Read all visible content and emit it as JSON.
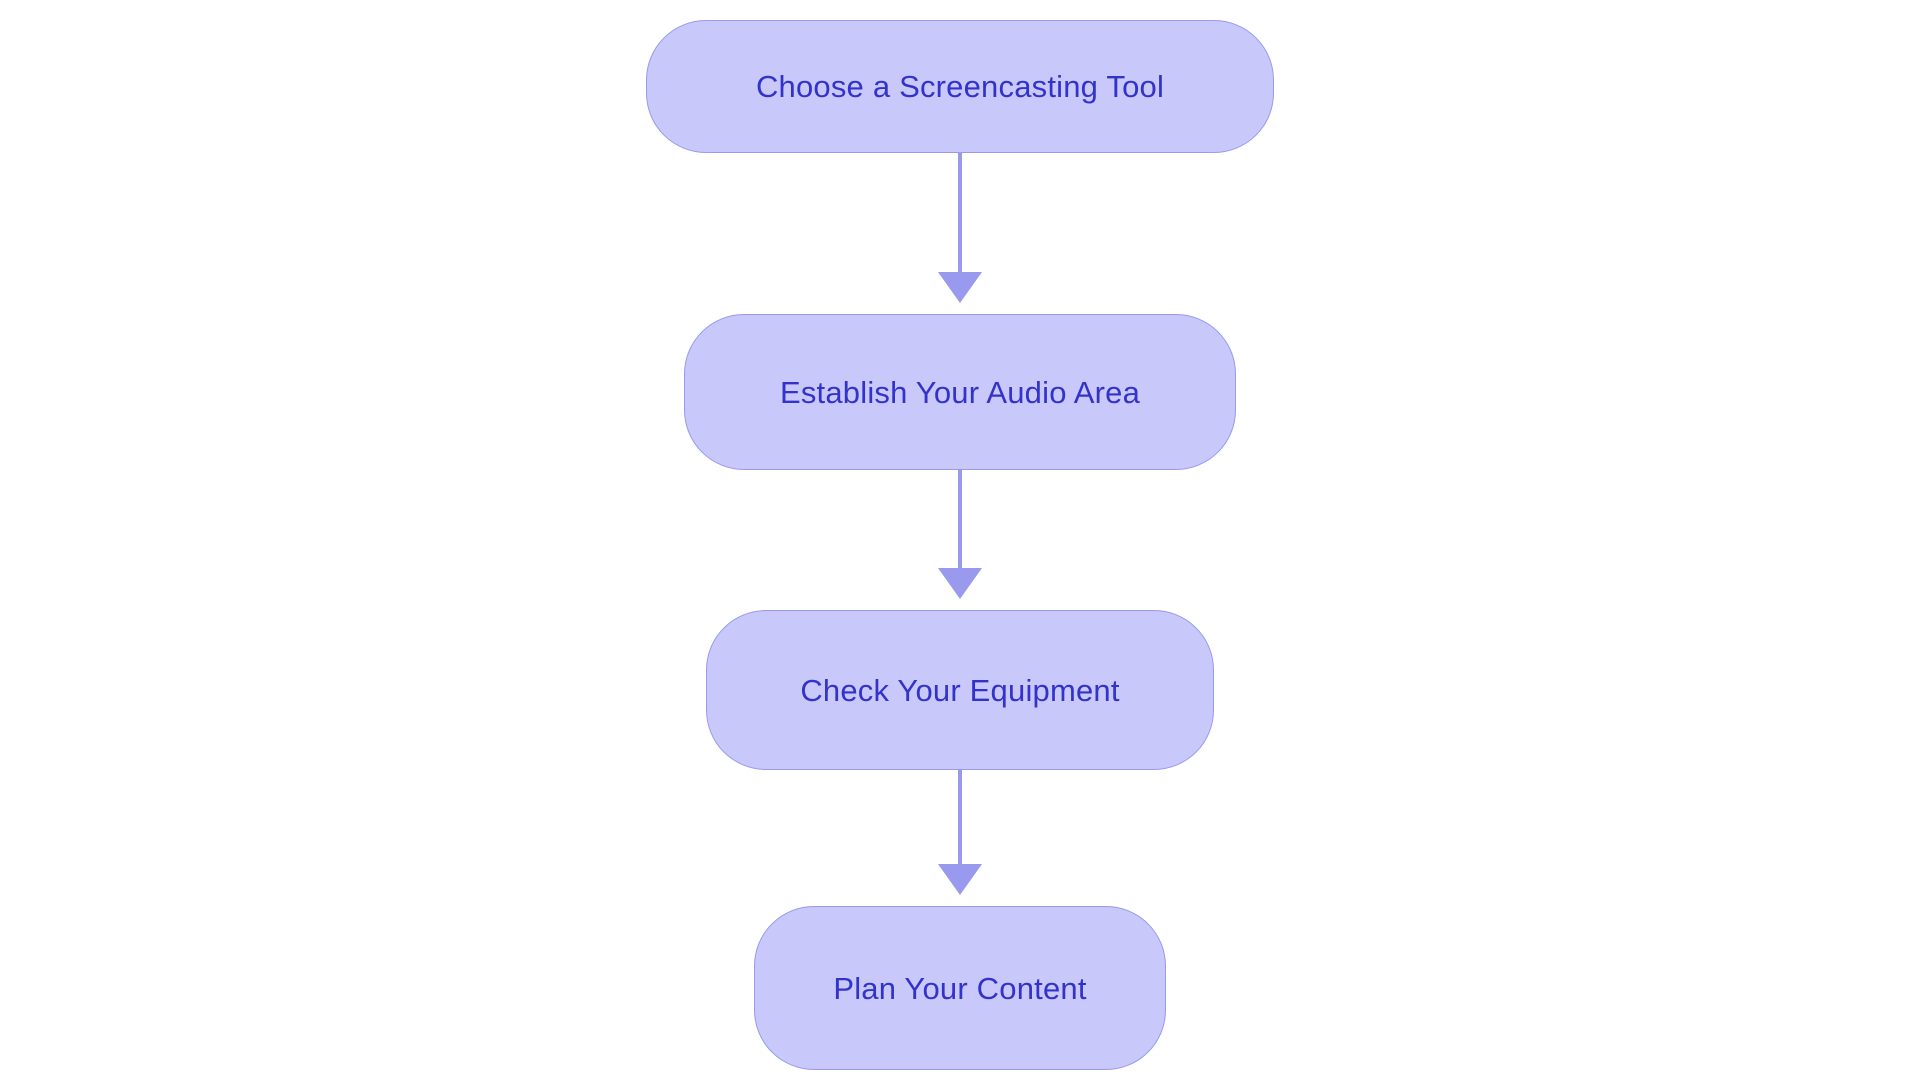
{
  "chart_data": {
    "type": "diagram",
    "subtype": "flowchart",
    "orientation": "top-to-bottom",
    "title": "",
    "nodes": [
      {
        "id": "n0",
        "label": "Choose a Screencasting Tool",
        "shape": "stadium",
        "order": 1
      },
      {
        "id": "n1",
        "label": "Establish Your Audio Area",
        "shape": "stadium",
        "order": 2
      },
      {
        "id": "n2",
        "label": "Check Your Equipment",
        "shape": "stadium",
        "order": 3
      },
      {
        "id": "n3",
        "label": "Plan Your Content",
        "shape": "stadium",
        "order": 4
      }
    ],
    "edges": [
      {
        "from": "n0",
        "to": "n1",
        "label": "",
        "arrow": "single"
      },
      {
        "from": "n1",
        "to": "n2",
        "label": "",
        "arrow": "single"
      },
      {
        "from": "n2",
        "to": "n3",
        "label": "",
        "arrow": "single"
      }
    ],
    "colors": {
      "background": "#ffffff",
      "node_fill": "#c8c8fa",
      "node_stroke": "#9999ee",
      "node_text": "#3333cc",
      "edge_stroke": "#9999ee",
      "arrowhead_fill": "#9999ee"
    },
    "legend": [],
    "annotations": []
  },
  "diagram": {
    "nodes": [
      {
        "label": "Choose a Screencasting Tool"
      },
      {
        "label": "Establish Your Audio Area"
      },
      {
        "label": "Check Your Equipment"
      },
      {
        "label": "Plan Your Content"
      }
    ]
  }
}
